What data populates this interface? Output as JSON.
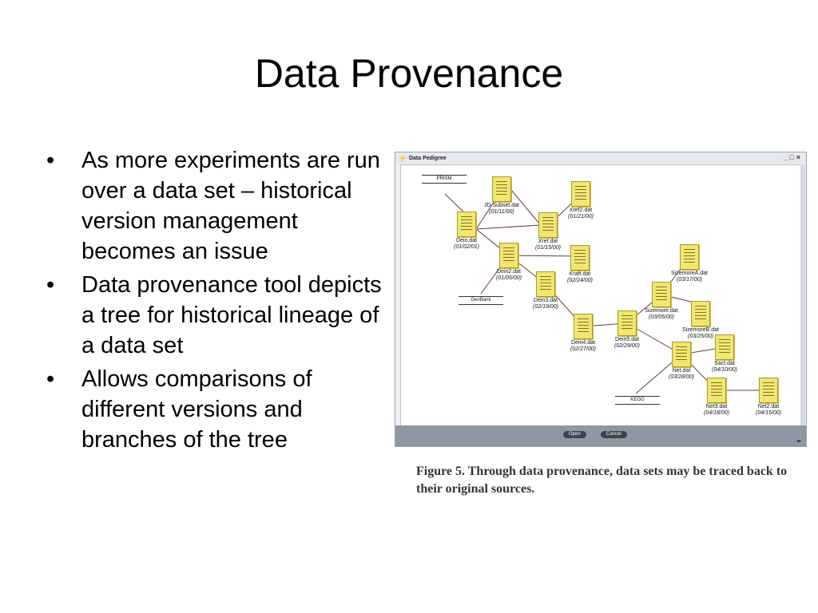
{
  "slide": {
    "title": "Data Provenance",
    "bullets": [
      "As more experiments are run over a data set – historical version management becomes an issue",
      "Data provenance tool depicts a tree for historical lineage of a data set",
      "Allows comparisons of different versions and branches of the tree"
    ]
  },
  "window": {
    "title": "Data Pedigree",
    "controls": "_□×",
    "buttons": {
      "open": "Open",
      "cancel": "Cancel"
    }
  },
  "sources": [
    "PRISM",
    "GenBank",
    "KEGG"
  ],
  "files": [
    {
      "name": "JD Subset.dat",
      "date": "(01/11/00)"
    },
    {
      "name": "Xref2.dat",
      "date": "(01/21/00)"
    },
    {
      "name": "Dein.dat",
      "date": "(01/02/01)"
    },
    {
      "name": "Xref.dat",
      "date": "(01/15/00)"
    },
    {
      "name": "Dein2.dat",
      "date": "(01/06/00)"
    },
    {
      "name": "Kraft.dat",
      "date": "(02/24/00)"
    },
    {
      "name": "Dein3.dat",
      "date": "(02/19/00)"
    },
    {
      "name": "SizemoreA.dat",
      "date": "(03/17/00)"
    },
    {
      "name": "Sizemore.dat",
      "date": "(03/05/00)"
    },
    {
      "name": "SizemoreB.dat",
      "date": "(03/25/00)"
    },
    {
      "name": "Dein4.dat",
      "date": "(02/27/00)"
    },
    {
      "name": "Dein5.dat",
      "date": "(02/29/00)"
    },
    {
      "name": "Sact.dat",
      "date": "(04/10/00)"
    },
    {
      "name": "Net.dat",
      "date": "(03/28/00)"
    },
    {
      "name": "Net3.dat",
      "date": "(04/18/00)"
    },
    {
      "name": "Net2.dat",
      "date": "(04/15/00)"
    }
  ],
  "caption": "Figure 5. Through data provenance, data sets may be traced back to their original sources."
}
